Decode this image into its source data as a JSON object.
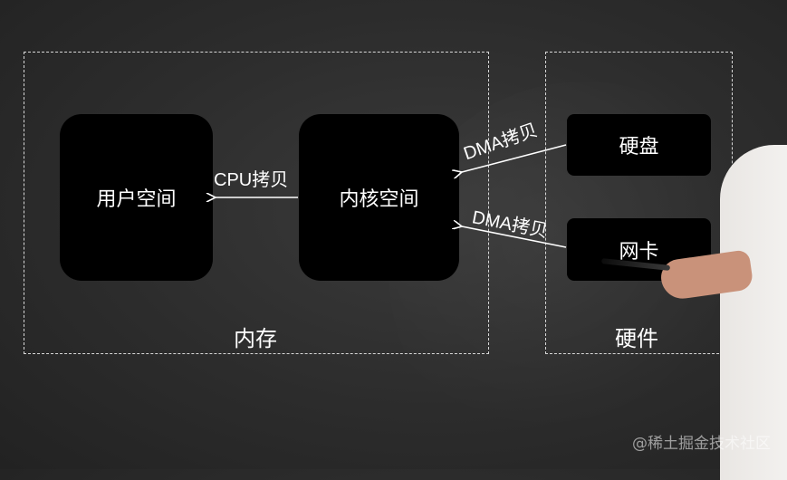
{
  "diagram": {
    "user_space": "用户空间",
    "kernel_space": "内核空间",
    "disk": "硬盘",
    "nic": "网卡",
    "memory_label": "内存",
    "hardware_label": "硬件",
    "cpu_copy": "CPU拷贝",
    "dma_copy_disk": "DMA拷贝",
    "dma_copy_nic": "DMA拷贝"
  },
  "watermark": "@稀土掘金技术社区",
  "colors": {
    "background": "#2c2c2c",
    "box": "#000000",
    "text": "#ffffff",
    "dashed_border": "#d8d8d8"
  }
}
